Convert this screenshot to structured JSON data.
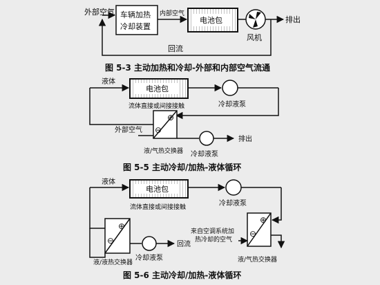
{
  "fig53": {
    "caption": "图 5-3  主动加热和冷却-外部和内部空气流通",
    "outside_air": "外部空气",
    "hvac_line1": "车辆加热",
    "hvac_line2": "冷却装置",
    "inside_air": "内部空气",
    "battery": "电池包",
    "fan": "风机",
    "exhaust": "排出",
    "recirc": "回流"
  },
  "fig55": {
    "caption": "图 5-5  主动冷却/加热-液体循环",
    "liquid": "液体",
    "battery": "电池包",
    "contact": "流体直接或间接接触",
    "pump1": "冷却液泵",
    "outside_air": "外部空气",
    "pump2": "冷却液泵",
    "exhaust": "排出",
    "hx": "液/气热交换器",
    "plus": "⊕",
    "minus": "⊖"
  },
  "fig56": {
    "caption": "图 5-6  主动冷却/加热-液体循环",
    "liquid": "液体",
    "battery": "电池包",
    "contact": "流体直接或间接接触",
    "pump1": "冷却液泵",
    "pump2": "冷却液泵",
    "recirc": "回流",
    "ac_line1": "来自空调系统加",
    "ac_line2": "热冷却的空气",
    "hx_left": "液/液热交换器",
    "hx_right": "液/气热交换器",
    "plus": "⊕",
    "minus": "⊖"
  }
}
